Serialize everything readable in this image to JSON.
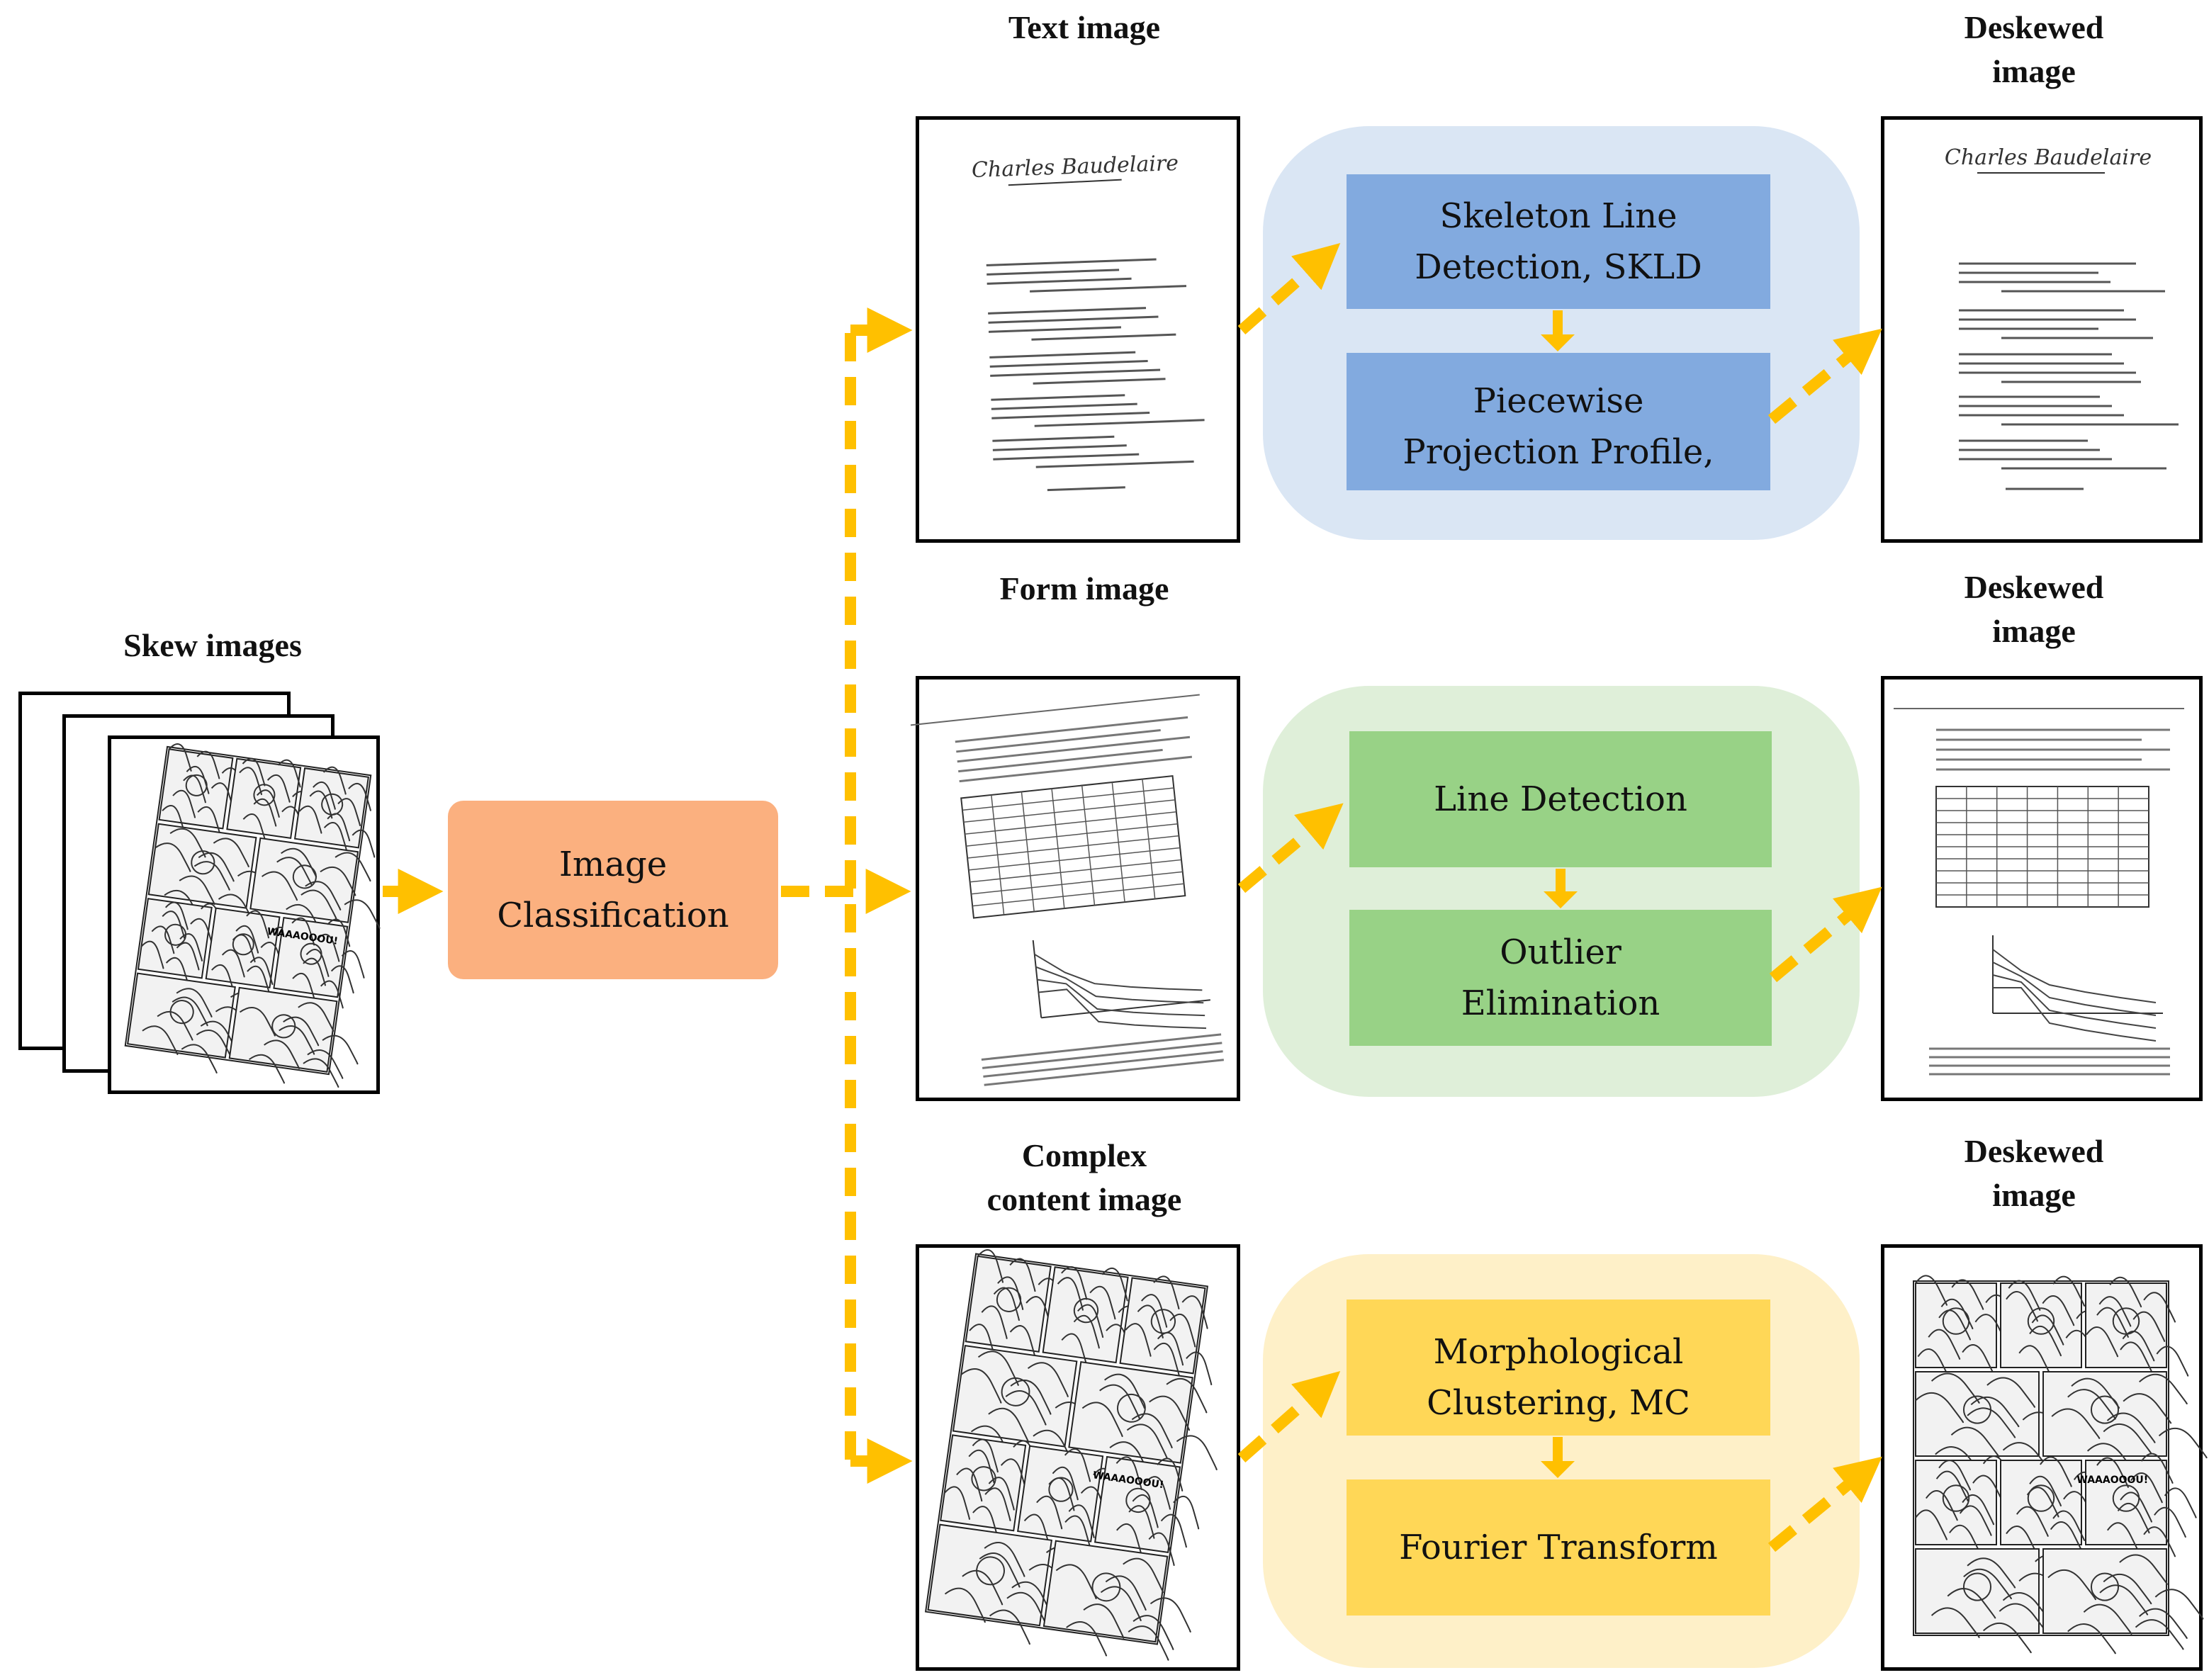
{
  "labels": {
    "skew_images": "Skew images",
    "text_image": "Text image",
    "form_image": "Form image",
    "complex_line1": "Complex",
    "complex_line2": "content image",
    "deskewed_line1": "Deskewed",
    "deskewed_line2": "image"
  },
  "classifier": {
    "line1": "Image",
    "line2": "Classification",
    "color": "#FBB07F"
  },
  "text_branch": {
    "color_blob": "#DAE6F4",
    "color_box": "#82AADF",
    "step1_line1": "Skeleton Line",
    "step1_line2": "Detection, SKLD",
    "step2_line1": "Piecewise",
    "step2_line2": "Projection Profile,"
  },
  "form_branch": {
    "color_blob": "#DFEFD9",
    "color_box": "#98D286",
    "step1": "Line Detection",
    "step2_line1": "Outlier",
    "step2_line2": "Elimination"
  },
  "complex_branch": {
    "color_blob": "#FEF0C8",
    "color_box": "#FFD757",
    "step1_line1": "Morphological",
    "step1_line2": "Clustering, MC",
    "step2": "Fourier Transform"
  },
  "arrow_color": "#FFC000",
  "thumbnail_texts": {
    "signature": "Charles Baudelaire",
    "comic_sound": "WAAAOOOU!"
  }
}
